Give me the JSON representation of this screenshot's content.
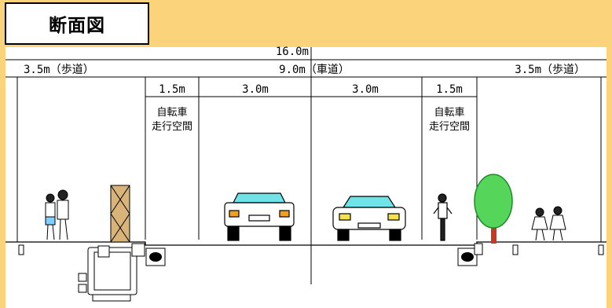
{
  "title": "断面図",
  "dimensions": {
    "total": "16.0m",
    "sidewalk_left": "3.5m（歩道）",
    "carriageway": "9.0m（車道）",
    "sidewalk_right": "3.5m（歩道）",
    "bike_left": "1.5m",
    "lane_left": "3.0m",
    "lane_right": "3.0m",
    "bike_right": "1.5m"
  },
  "labels": {
    "bike_lane_line1": "自転車",
    "bike_lane_line2": "走行空間"
  },
  "colors": {
    "background": "#fbd37a",
    "panel": "#ffffff",
    "tree": "#55d65a",
    "windshield": "#6fe3e8"
  }
}
